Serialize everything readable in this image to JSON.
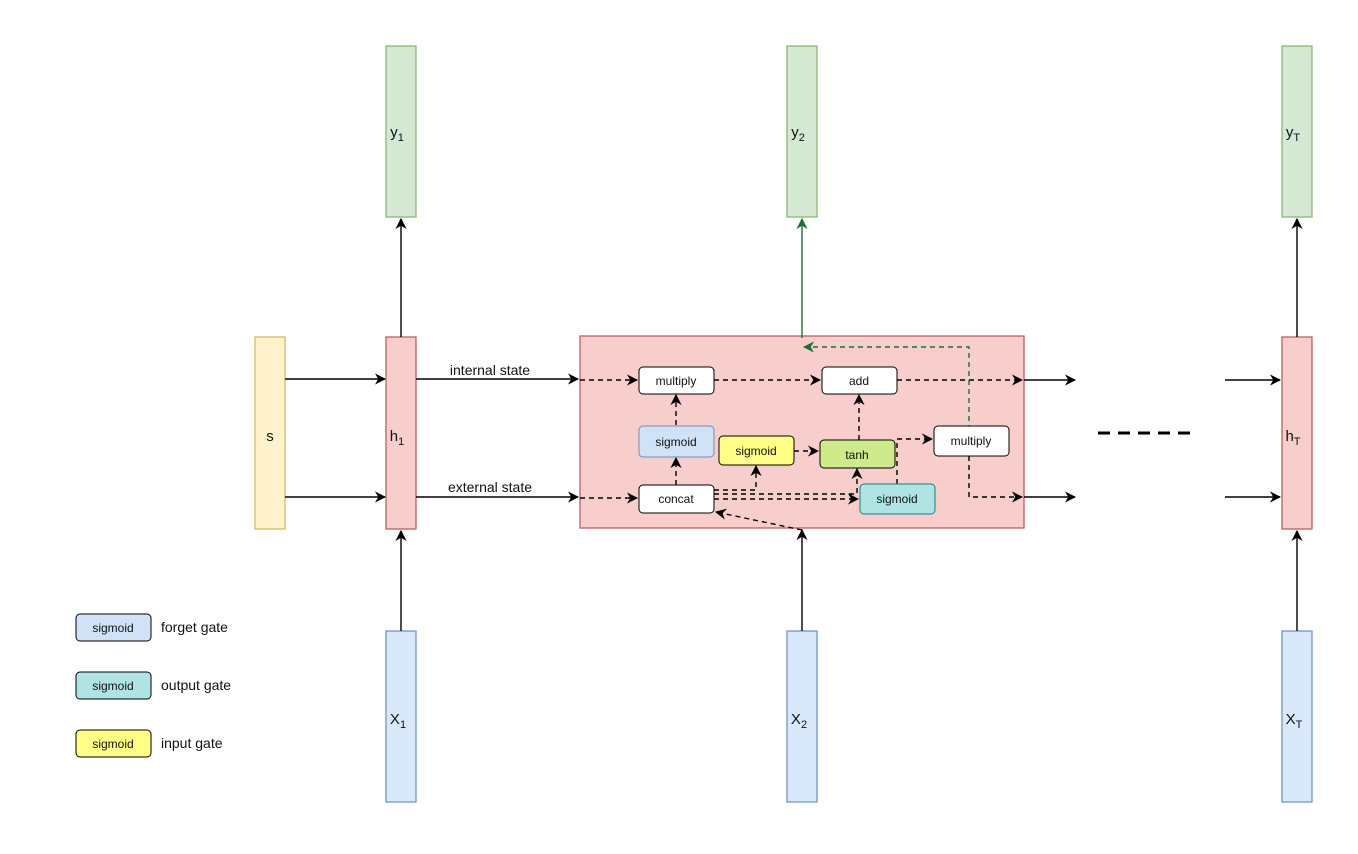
{
  "nodes": {
    "s": "s",
    "h1": {
      "main": "h",
      "sub": "1"
    },
    "hT": {
      "main": "h",
      "sub": "T"
    },
    "y1": {
      "main": "y",
      "sub": "1"
    },
    "y2": {
      "main": "y",
      "sub": "2"
    },
    "yT": {
      "main": "y",
      "sub": "T"
    },
    "x1": {
      "main": "X",
      "sub": "1"
    },
    "x2": {
      "main": "X",
      "sub": "2"
    },
    "xT": {
      "main": "X",
      "sub": "T"
    }
  },
  "cell": {
    "multiply_left": "multiply",
    "add": "add",
    "sigmoid_forget": "sigmoid",
    "sigmoid_input": "sigmoid",
    "tanh": "tanh",
    "multiply_right": "multiply",
    "concat": "concat",
    "sigmoid_output": "sigmoid"
  },
  "edge_labels": {
    "internal_state": "internal state",
    "external_state": "external state"
  },
  "legend": [
    {
      "box": "sigmoid",
      "label": "forget gate",
      "color": "#cfe2f6"
    },
    {
      "box": "sigmoid",
      "label": "output gate",
      "color": "#b0e3e3"
    },
    {
      "box": "sigmoid",
      "label": "input gate",
      "color": "#ffff88"
    }
  ],
  "colors": {
    "output_fill": "#d5e8d4",
    "output_stroke": "#82b366",
    "hidden_fill": "#f8cecc",
    "hidden_stroke": "#b85450",
    "input_fill": "#dae8fc",
    "input_stroke": "#6c8ebf",
    "s_fill": "#fff2cc",
    "s_stroke": "#d6b656",
    "cell_fill": "#f8cecc",
    "cell_stroke": "#b85450",
    "forget_fill": "#cfe2f6",
    "output_gate_fill": "#b0e3e3",
    "input_gate_fill": "#ffff88",
    "tanh_fill": "#cdeb8b",
    "green_arrow": "#1e6e35"
  }
}
